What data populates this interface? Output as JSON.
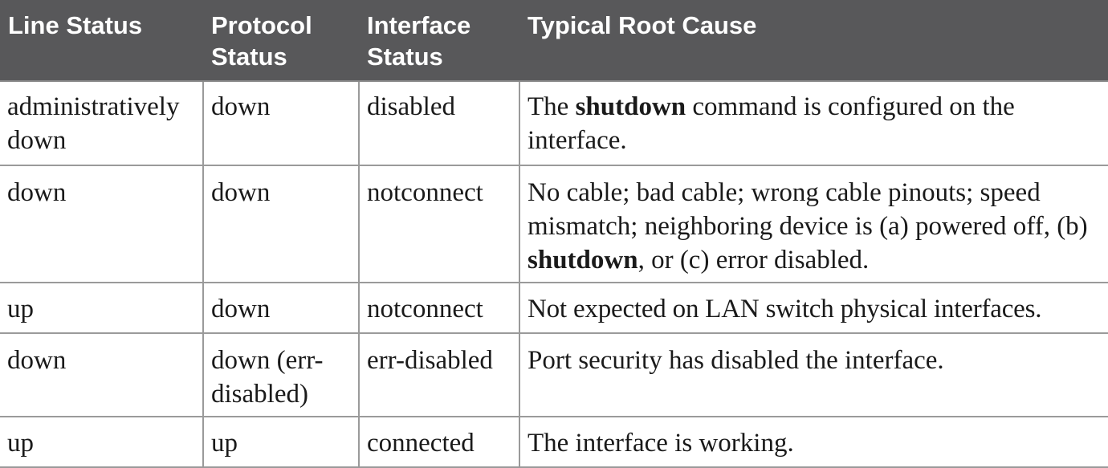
{
  "headers": {
    "line_status": "Line Status",
    "protocol_status_1": "Protocol",
    "protocol_status_2": "Status",
    "interface_status_1": "Interface",
    "interface_status_2": "Status",
    "root_cause": "Typical Root Cause"
  },
  "rows": [
    {
      "line_status": "administratively down",
      "protocol_status": "down",
      "interface_status": "disabled",
      "cause_pre": "The ",
      "cause_bold": "shutdown",
      "cause_post": " command is configured on the interface."
    },
    {
      "line_status": "down",
      "protocol_status": "down",
      "interface_status": "notconnect",
      "cause_pre": "No cable; bad cable; wrong cable pinouts; speed mismatch; neighboring device is (a) powered off, (b) ",
      "cause_bold": "shutdown",
      "cause_post": ", or (c) error disabled."
    },
    {
      "line_status": "up",
      "protocol_status": "down",
      "interface_status": "notconnect",
      "cause_pre": "Not expected on LAN switch physical interfaces.",
      "cause_bold": "",
      "cause_post": ""
    },
    {
      "line_status": "down",
      "protocol_status": "down (err-disabled)",
      "interface_status": "err-disabled",
      "cause_pre": "Port security has disabled the interface.",
      "cause_bold": "",
      "cause_post": ""
    },
    {
      "line_status": "up",
      "protocol_status": "up",
      "interface_status": "connected",
      "cause_pre": "The interface is working.",
      "cause_bold": "",
      "cause_post": ""
    }
  ]
}
